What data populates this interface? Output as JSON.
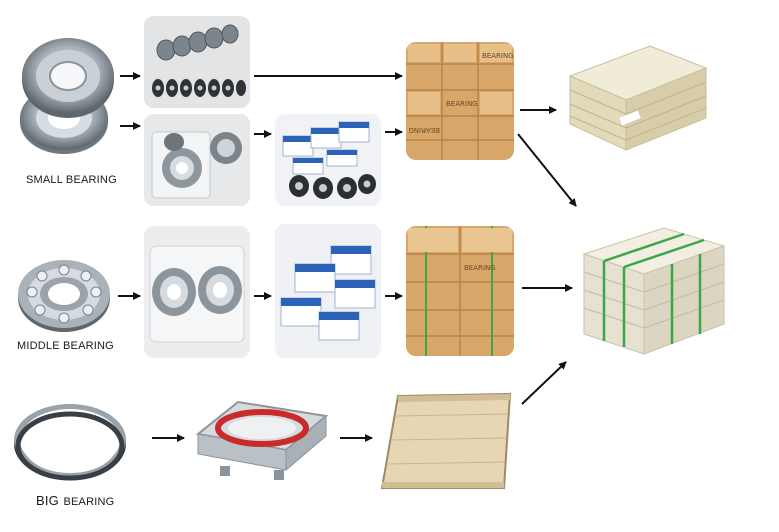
{
  "labels": {
    "small": "SMALL BEARING",
    "middle": "MIDDLE BEARING",
    "big_word": "BIG",
    "big_rest": "BEARING"
  },
  "carton_text": {
    "bearing": "BEARING",
    "bearing_mirrored": "BEARING"
  },
  "colors": {
    "carton": "#d9a66a",
    "carton_dark": "#b9834a",
    "box_blue": "#2a63b8",
    "pallet_wood": "#e8dcb8",
    "strap_green": "#3aa84a",
    "steel": "#9aa2aa"
  }
}
